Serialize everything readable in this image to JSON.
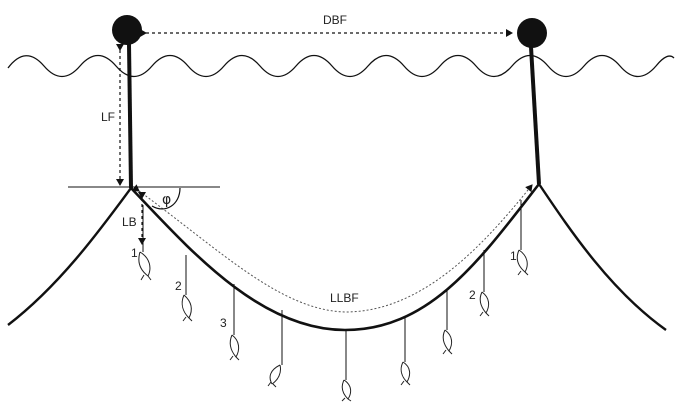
{
  "labels": {
    "dbf": "DBF",
    "lf": "LF",
    "lb": "LB",
    "llbf": "LLBF",
    "angle": "φ"
  },
  "hook_numbers": {
    "left_1": "1",
    "left_2": "2",
    "left_3": "3",
    "right_1": "1",
    "right_2": "2"
  },
  "colors": {
    "line": "#111111",
    "dotted": "#555555",
    "float": "#111111",
    "background": "#ffffff"
  }
}
